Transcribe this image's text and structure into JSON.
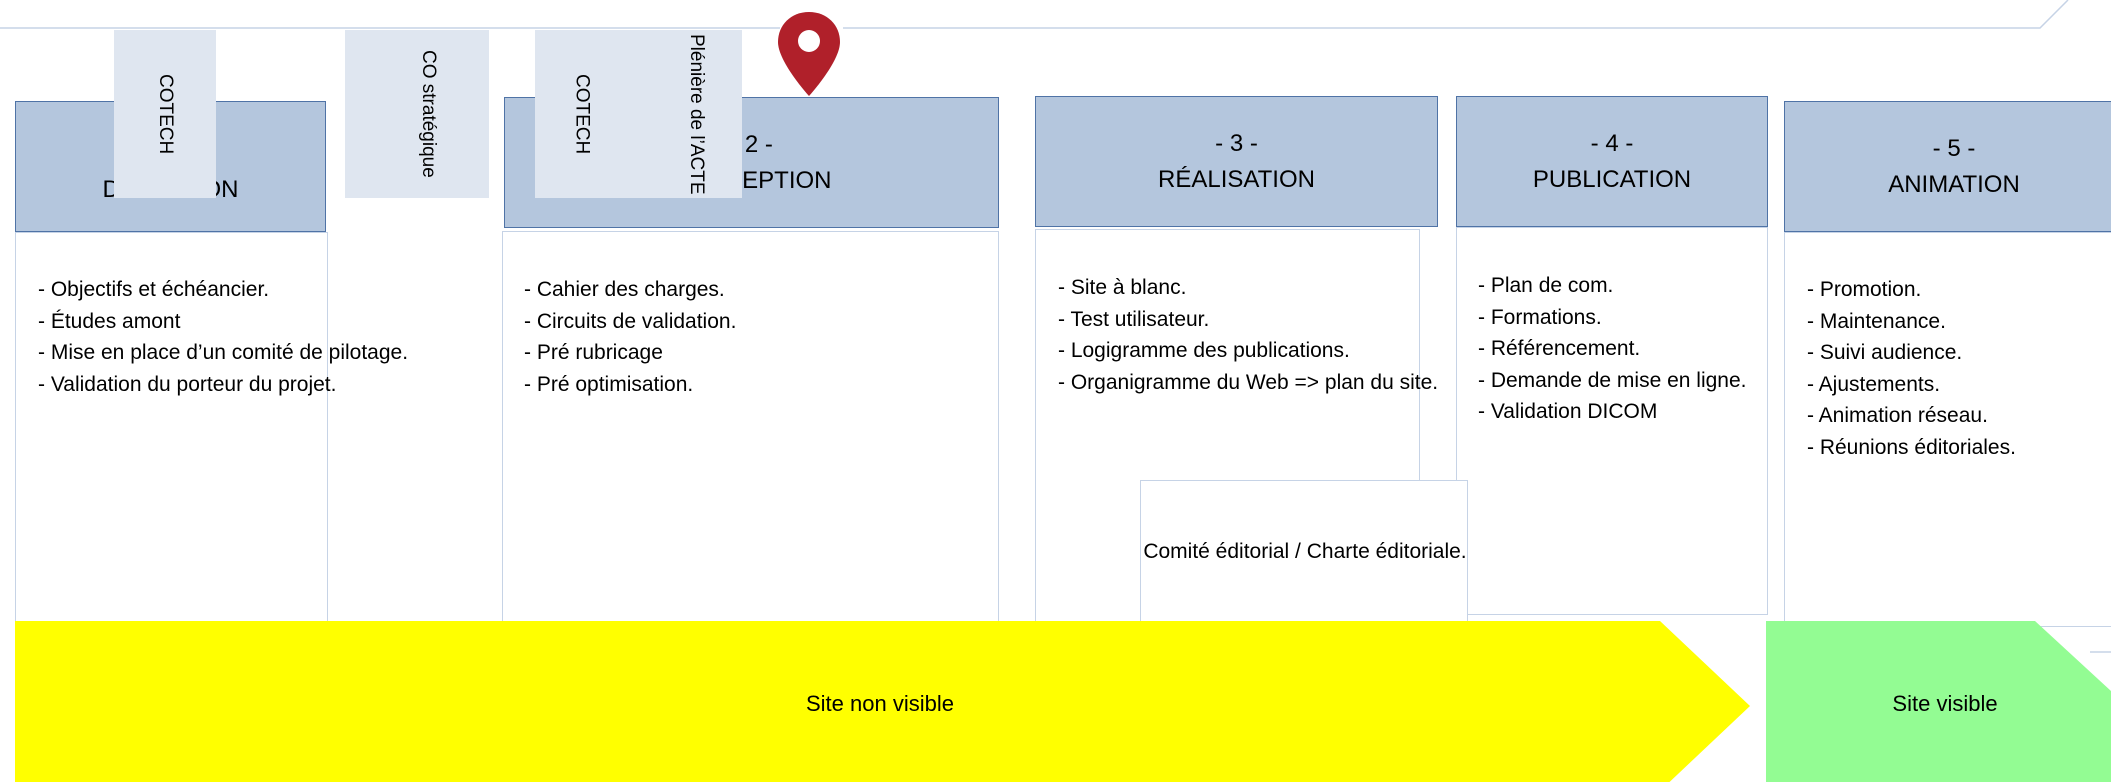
{
  "phases": [
    {
      "number": "",
      "title": "DÉFINITION",
      "items": [
        "- Objectifs et échéancier.",
        "- Études amont",
        "- Mise en place d’un comité de pilotage.",
        "- Validation du porteur du projet."
      ]
    },
    {
      "number": "- 2 -",
      "title": "CONCEPTION",
      "items": [
        "- Cahier des charges.",
        "- Circuits de validation.",
        "- Pré rubricage",
        "- Pré optimisation."
      ]
    },
    {
      "number": "- 3 -",
      "title": "RÉALISATION",
      "items": [
        "- Site à blanc.",
        "- Test utilisateur.",
        "- Logigramme des publications.",
        "- Organigramme du Web => plan du site."
      ]
    },
    {
      "number": "- 4 -",
      "title": "PUBLICATION",
      "items": [
        "- Plan de com.",
        "- Formations.",
        "- Référencement.",
        "- Demande de mise en ligne.",
        "- Validation DICOM"
      ]
    },
    {
      "number": "- 5 -",
      "title": "ANIMATION",
      "items": [
        "- Promotion.",
        "- Maintenance.",
        "- Suivi audience.",
        "- Ajustements.",
        "- Animation réseau.",
        "- Réunions éditoriales."
      ]
    }
  ],
  "milestones": {
    "cotech1": "COTECH",
    "co_strategique": "CO stratégique",
    "cotech2": "COTECH",
    "pleniere": "Plénière de l’ACTE"
  },
  "editorial_box": "Comité éditorial / Charte éditoriale.",
  "bottom_arrows": {
    "not_visible": "Site non visible",
    "visible": "Site visible"
  },
  "colors": {
    "phase_header": "#b4c6dd",
    "phase_border": "#4f73a6",
    "tab": "#dfe6f0",
    "marker": "#b0202a",
    "not_visible": "#ffff00",
    "visible": "#93fc93"
  }
}
